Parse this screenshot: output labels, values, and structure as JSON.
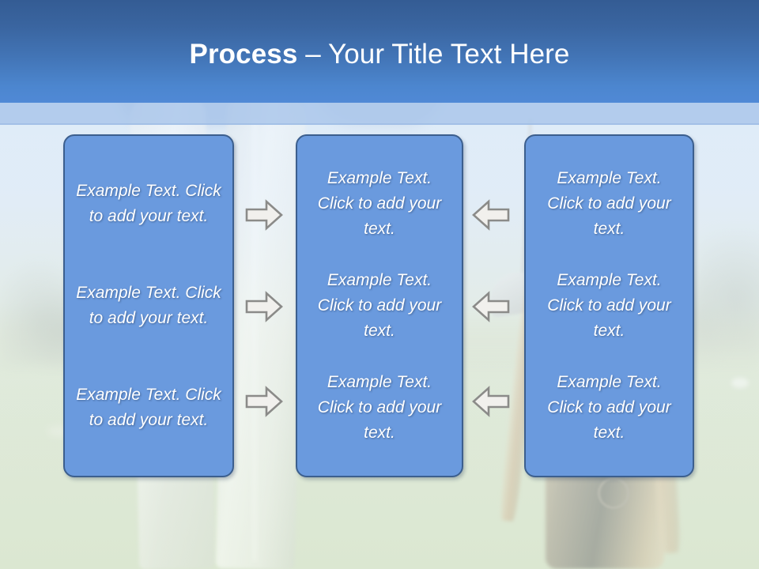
{
  "slide": {
    "title_strong": "Process",
    "title_rest": " – Your Title Text Here"
  },
  "colors": {
    "header_top": "#345c94",
    "header_bottom": "#5089d6",
    "header_sub_band": "#a8c4ea",
    "box_fill": "#6a9ade",
    "box_border": "#3c5f8e",
    "box_text": "#ffffff",
    "arrow_fill": "#f0efec",
    "arrow_stroke": "#8b8b89",
    "background_sky": "#d3e4f4",
    "background_grass": "#d2e0c6"
  },
  "columns": [
    {
      "name": "column-left",
      "items": [
        "Example Text. Click  to add your text.",
        "Example Text. Click  to add your text.",
        "Example Text. Click  to add your text."
      ]
    },
    {
      "name": "column-middle",
      "items": [
        "Example Text. Click  to add your text.",
        "Example Text. Click  to add your text.",
        "Example Text. Click  to add your text."
      ]
    },
    {
      "name": "column-right",
      "items": [
        "Example Text. Click  to add your text.",
        "Example Text. Click  to add your text.",
        "Example Text. Click  to add your text."
      ]
    }
  ],
  "arrows": {
    "right": [
      {
        "icon": "arrow-right-icon",
        "row": 1
      },
      {
        "icon": "arrow-right-icon",
        "row": 2
      },
      {
        "icon": "arrow-right-icon",
        "row": 3
      }
    ],
    "left": [
      {
        "icon": "arrow-left-icon",
        "row": 1
      },
      {
        "icon": "arrow-left-icon",
        "row": 2
      },
      {
        "icon": "arrow-left-icon",
        "row": 3
      }
    ]
  },
  "background": {
    "description": "golf-course-photo"
  }
}
